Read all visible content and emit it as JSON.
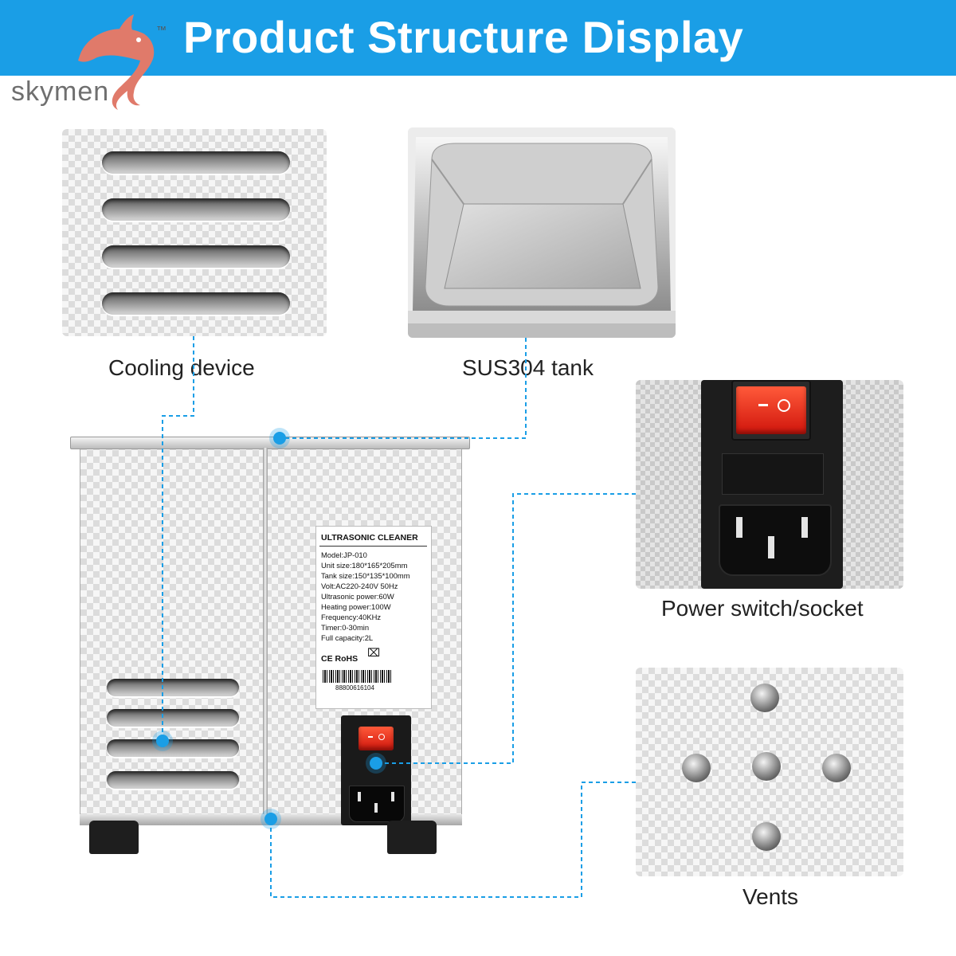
{
  "header": {
    "title": "Product Structure Display",
    "background_color": "#1a9ee6"
  },
  "brand": {
    "name": "skymen",
    "trademark": "™",
    "logo_icon": "dolphin-icon"
  },
  "callouts": [
    {
      "caption": "Cooling device"
    },
    {
      "caption": "SUS304 tank"
    },
    {
      "caption": "Power switch/socket"
    },
    {
      "caption": "Vents"
    }
  ],
  "label": {
    "title": "ULTRASONIC CLEANER",
    "specs": [
      "Model:JP-010",
      "Unit size:180*165*205mm",
      "Tank size:150*135*100mm",
      "Volt:AC220-240V 50Hz",
      "Ultrasonic power:60W",
      "Heating power:100W",
      "Frequency:40KHz",
      "Timer:0-30min",
      "Full capacity:2L"
    ],
    "certifications": "CE RoHS",
    "barcode": "88800616104"
  },
  "accent_color": "#1a9ee6",
  "switch_color": "#e8231a"
}
